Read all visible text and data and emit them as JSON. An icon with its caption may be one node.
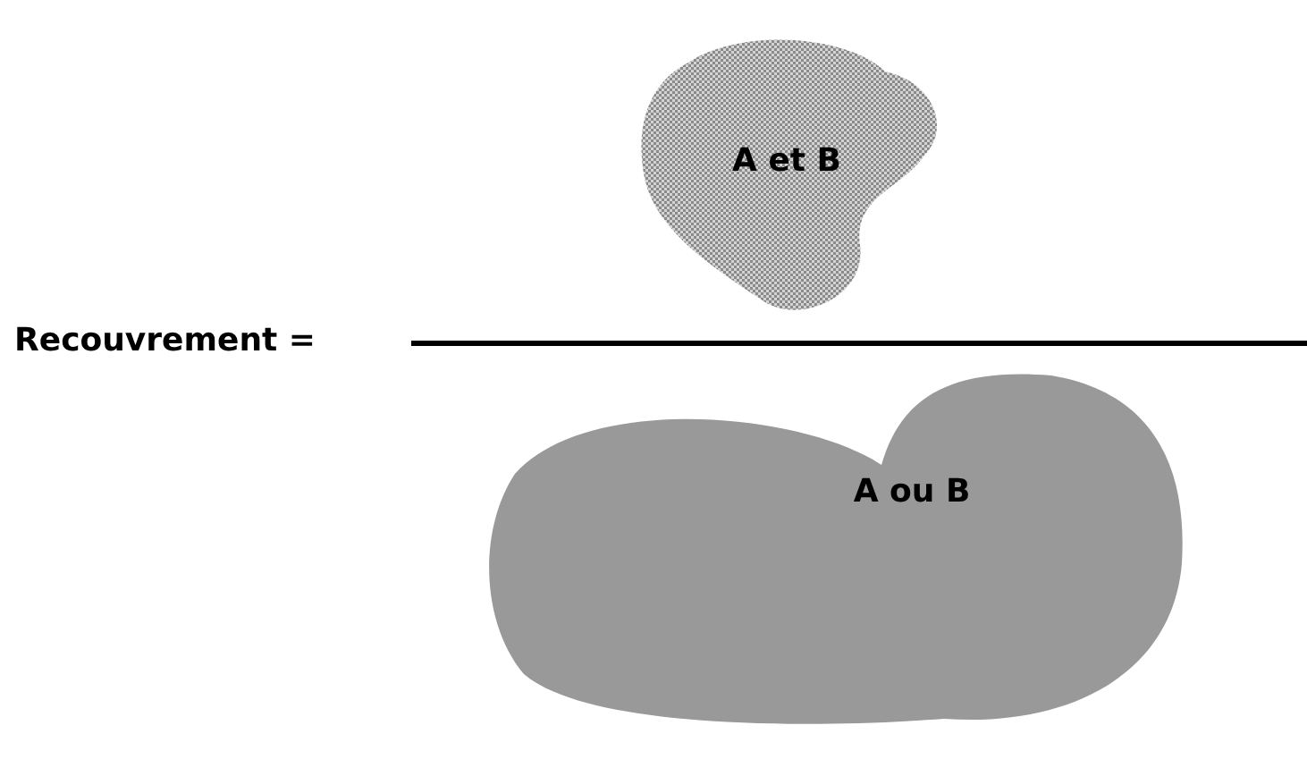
{
  "diagram": {
    "nodes": [
      {
        "text": [
          "A et B"
        ]
      },
      {
        "text": [
          "A ou B"
        ]
      }
    ],
    "labels": [
      "Recouvrement ="
    ]
  }
}
